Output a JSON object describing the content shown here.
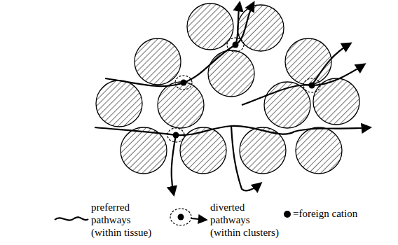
{
  "diagram": {
    "legend": [
      {
        "text": "preferred pathways (within tissue)"
      },
      {
        "text": "diverted pathways (within clusters)"
      },
      {
        "text": "=foreign cation"
      }
    ]
  }
}
